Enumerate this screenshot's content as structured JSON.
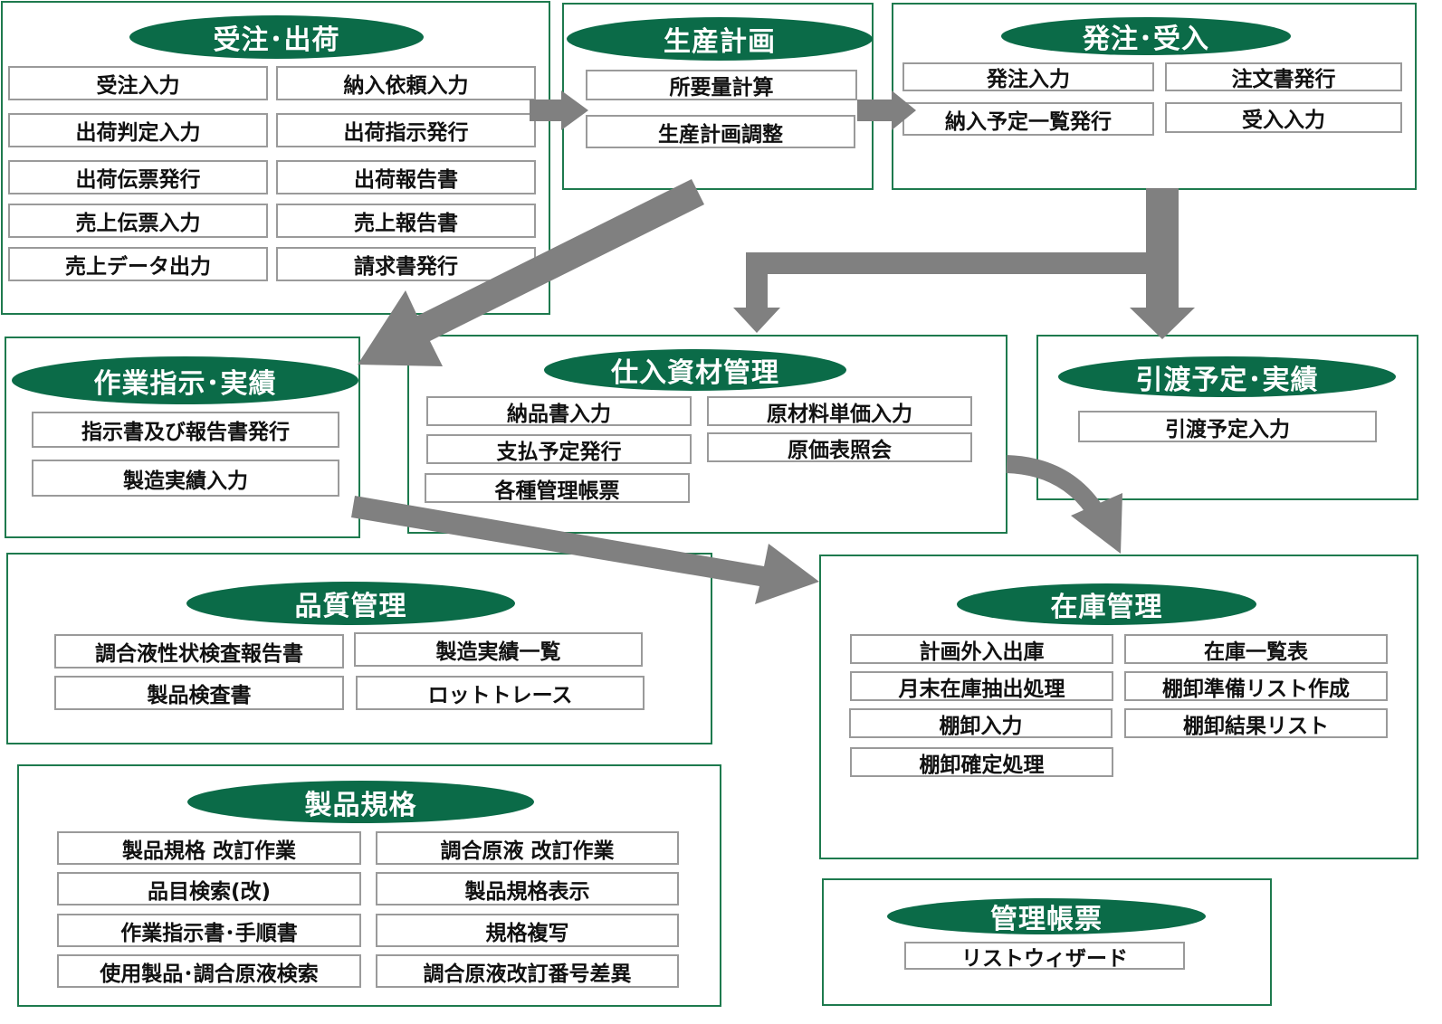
{
  "sections": {
    "order_shipping": {
      "title": "受注･出荷",
      "items": [
        "受注入力",
        "納入依頼入力",
        "出荷判定入力",
        "出荷指示発行",
        "出荷伝票発行",
        "出荷報告書",
        "売上伝票入力",
        "売上報告書",
        "売上データ出力",
        "請求書発行"
      ]
    },
    "production_plan": {
      "title": "生産計画",
      "items": [
        "所要量計算",
        "生産計画調整"
      ]
    },
    "purchase_receiving": {
      "title": "発注･受入",
      "items": [
        "発注入力",
        "注文書発行",
        "納入予定一覧発行",
        "受入入力"
      ]
    },
    "work_instructions": {
      "title": "作業指示･実績",
      "items": [
        "指示書及び報告書発行",
        "製造実績入力"
      ]
    },
    "materials": {
      "title": "仕入資材管理",
      "items": [
        "納品書入力",
        "原材料単価入力",
        "支払予定発行",
        "原価表照会",
        "各種管理帳票"
      ]
    },
    "handover": {
      "title": "引渡予定･実績",
      "items": [
        "引渡予定入力"
      ]
    },
    "quality": {
      "title": "品質管理",
      "items": [
        "調合液性状検査報告書",
        "製造実績一覧",
        "製品検査書",
        "ロットトレース"
      ]
    },
    "inventory": {
      "title": "在庫管理",
      "items": [
        "計画外入出庫",
        "在庫一覧表",
        "月末在庫抽出処理",
        "棚卸準備リスト作成",
        "棚卸入力",
        "棚卸結果リスト",
        "棚卸確定処理"
      ]
    },
    "product_spec": {
      "title": "製品規格",
      "items": [
        "製品規格 改訂作業",
        "調合原液 改訂作業",
        "品目検索(改)",
        "製品規格表示",
        "作業指示書･手順書",
        "規格複写",
        "使用製品･調合原液検索",
        "調合原液改訂番号差異"
      ]
    },
    "reports": {
      "title": "管理帳票",
      "items": [
        "リストウィザード"
      ]
    }
  },
  "colors": {
    "panel_border": "#1e7a4e",
    "title_fill": "#0b6b48",
    "title_text": "#ffffff",
    "item_border": "#9a9a9a",
    "arrow": "#808080"
  }
}
